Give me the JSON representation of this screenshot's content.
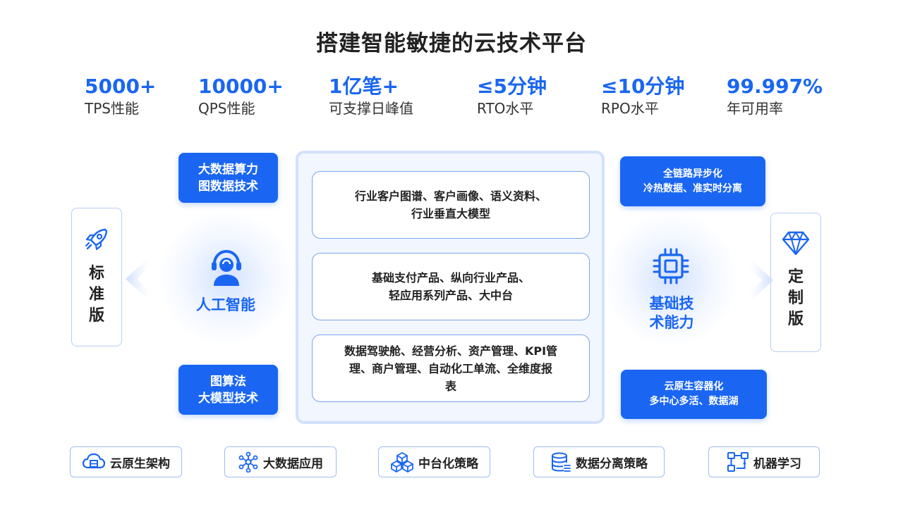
{
  "title": "搭建智能敏捷的云技术平台",
  "stats": [
    {
      "value": "5000+",
      "label": "TPS性能"
    },
    {
      "value": "10000+",
      "label": "QPS性能"
    },
    {
      "value": "1亿笔+",
      "label": "可支撑日峰值"
    },
    {
      "value": "≤5分钟",
      "label": "RTO水平"
    },
    {
      "value": "≤10分钟",
      "label": "RPO水平"
    },
    {
      "value": "99.997%",
      "label": "年可用率"
    }
  ],
  "left_pills": [
    {
      "line1": "大数据算力",
      "line2": "图数据技术"
    },
    {
      "line1": "图算法",
      "line2": "大模型技术"
    }
  ],
  "right_pills": [
    {
      "line1": "全链路异步化",
      "line2": "冷热数据、准实时分离"
    },
    {
      "line1": "云原生容器化",
      "line2": "多中心多活、数据湖"
    }
  ],
  "left_card": {
    "chars": [
      "标",
      "准",
      "版"
    ],
    "icon": "rocket-icon"
  },
  "right_card": {
    "chars": [
      "定",
      "制",
      "版"
    ],
    "icon": "diamond-icon"
  },
  "left_hub": {
    "label": "人工智能",
    "icon": "headset-person-icon"
  },
  "right_hub": {
    "line1": "基础技",
    "line2": "术能力",
    "icon": "chip-icon"
  },
  "center_boxes": [
    {
      "lines": [
        "行业客户图谱、客户画像、语义资料、",
        "行业垂直大模型"
      ]
    },
    {
      "lines": [
        "基础支付产品、纵向行业产品、",
        "轻应用系列产品、大中台"
      ]
    },
    {
      "lines": [
        "数据驾驶舱、经营分析、资产管理、KPI管",
        "理、商户管理、自动化工单流、全维度报",
        "表"
      ]
    }
  ],
  "bottom_buttons": [
    {
      "label": "云原生架构",
      "icon": "cloud-icon"
    },
    {
      "label": "大数据应用",
      "icon": "network-icon"
    },
    {
      "label": "中台化策略",
      "icon": "cubes-icon"
    },
    {
      "label": "数据分离策略",
      "icon": "database-icon"
    },
    {
      "label": "机器学习",
      "icon": "flow-icon"
    }
  ],
  "colors": {
    "accent": "#1a66f2",
    "border": "#9fbdf0",
    "panel": "#f2f6fe"
  }
}
